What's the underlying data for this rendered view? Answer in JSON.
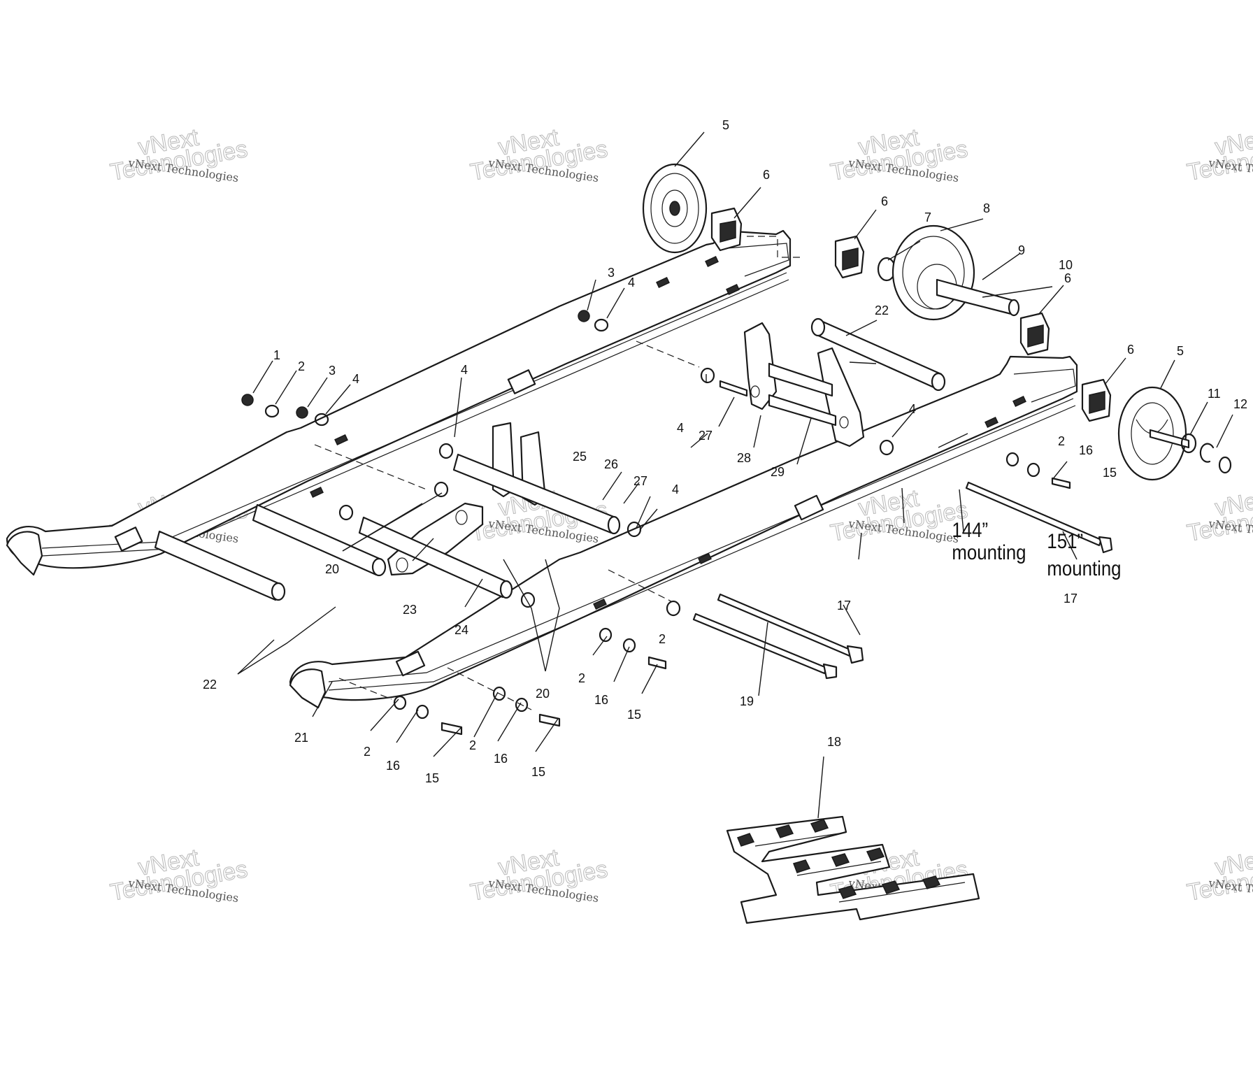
{
  "watermark": {
    "small": "vNext Technologies",
    "large_top": "vNext",
    "large_bottom": "Technologies"
  },
  "mounting": {
    "label_144": "144”",
    "label_151": "151”",
    "word": "mounting"
  },
  "callouts": {
    "c1": "1",
    "c2a": "2",
    "c3a": "3",
    "c4a": "4",
    "c3b": "3",
    "c4b": "4",
    "c4c": "4",
    "c4d": "4",
    "c4e": "4",
    "c4f": "4",
    "c5a": "5",
    "c6a": "6",
    "c6b": "6",
    "c7": "7",
    "c8": "8",
    "c9": "9",
    "c10": "10",
    "c6c": "6",
    "c6d": "6",
    "c5b": "5",
    "c11": "11",
    "c12": "12",
    "c22a": "22",
    "c27a": "27",
    "c28": "28",
    "c29": "29",
    "c2b": "2",
    "c16a": "16",
    "c15a": "15",
    "c17a": "17",
    "c25": "25",
    "c26": "26",
    "c27b": "27",
    "c20a": "20",
    "c23": "23",
    "c24": "24",
    "c22b": "22",
    "c17b": "17",
    "c2c": "2",
    "c2d": "2",
    "c16b": "16",
    "c15b": "15",
    "c19": "19",
    "c20b": "20",
    "c21": "21",
    "c2e": "2",
    "c16c": "16",
    "c15c": "15",
    "c2f": "2",
    "c16d": "16",
    "c15d": "15",
    "c18": "18"
  }
}
